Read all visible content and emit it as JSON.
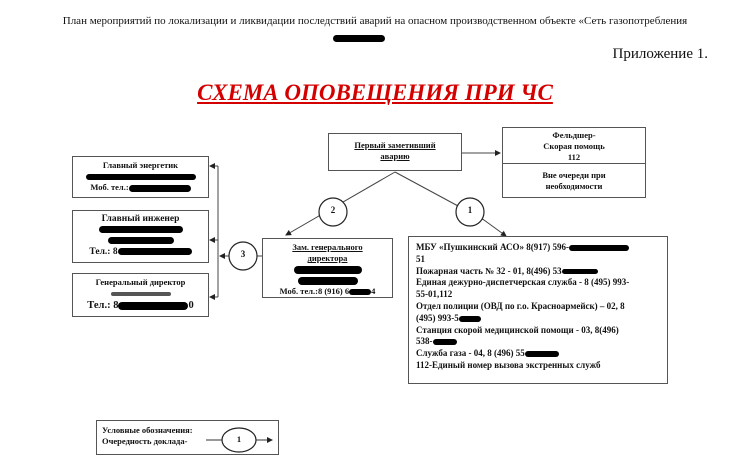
{
  "header": {
    "plan_title": "План мероприятий по локализации и ликвидации последствий аварий на опасном производственном объекте «Сеть газопотребления",
    "appendix": "Приложение 1.",
    "scheme_title": "СХЕМА ОПОВЕЩЕНИЯ ПРИ ЧС",
    "title_color": "#d40000"
  },
  "nodes": {
    "first": {
      "line1": "Первый заметивший",
      "line2": "аварию"
    },
    "medic": {
      "line1": "Фельдшер-",
      "line2": "Скорая помощь",
      "line3": "112",
      "note1": "Вне очереди при",
      "note2": "необходимости"
    },
    "deputy": {
      "line1": "Зам. генерального",
      "line2": "директора",
      "phone": "Моб. тел.:8 (916) 6",
      "phone_end": "4"
    },
    "energy": {
      "title": "Главный энергетик",
      "phone": "Моб. тел.:"
    },
    "engineer": {
      "title": "Главный инженер",
      "phone": "Тел.: 8"
    },
    "director": {
      "title": "Генеральный директор",
      "phone": "Тел.: 8",
      "phone_end": "0"
    },
    "services": [
      "МБУ «Пушкинский АСО» 8(917) 596-",
      "51",
      "Пожарная часть № 32 - 01, 8(496) 53",
      "Единая дежурно-диспетчерская служба - 8 (495) 993-",
      "55-01,112",
      "Отдел полиции (ОВД по г.о. Красноармейск) – 02, 8",
      "(495) 993-5",
      "Станция скорой медицинской помощи - 03, 8(496)",
      "538-",
      "Служба газа - 04, 8 (496) 55",
      "112-Единый номер вызова экстренных служб"
    ]
  },
  "order": {
    "one": "1",
    "two": "2",
    "three": "3"
  },
  "legend": {
    "line1": "Условные обозначения:",
    "line2": "Очередность доклада-",
    "symbol": "1"
  }
}
